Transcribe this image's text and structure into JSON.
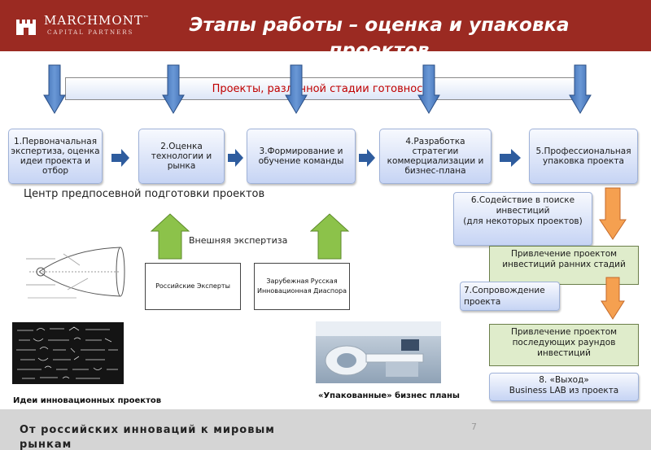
{
  "header": {
    "logo_name": "MARCHMONT",
    "logo_tm": "™",
    "logo_sub": "CAPITAL PARTNERS",
    "title": "Этапы работы – оценка и упаковка проектов"
  },
  "banner": "Проекты, различной стадии готовности",
  "steps": [
    "1.Первоначальная экспертиза, оценка идеи проекта и отбор",
    "2.Оценка технологии и рынка",
    "3.Формирование и обучение команды",
    "4.Разработка стратегии коммерциализации и бизнес-плана",
    "5.Профессиональная упаковка проекта"
  ],
  "center_label": "Центр предпосевной подготовки проектов",
  "external_label": "Внешняя экспертиза",
  "experts": {
    "russian": "Российские Эксперты",
    "foreign": "Зарубежная Русская Инновационная Диаспора"
  },
  "right_flow": {
    "step6_title": "6.Содействие в поиске инвестиций",
    "step6_note": "(для некоторых проектов)",
    "early_invest": "Привлечение проектом инвестиций ранних стадий",
    "step7": "7.Сопровождение проекта",
    "later_invest": "Привлечение проектом последующих раундов инвестиций",
    "step8_line1": "8. «Выход»",
    "step8_line2": "Business LAB из проекта"
  },
  "captions": {
    "ideas": "Идеи инновационных проектов",
    "packaged": "«Упакованные» бизнес планы"
  },
  "footer": {
    "text": "От российских инноваций к мировым рынкам",
    "page_number": "7"
  },
  "colors": {
    "header": "#9b2a22",
    "banner_text": "#c00000",
    "blue_arrow": "#4f7fc0",
    "green_arrow": "#8cc24a",
    "orange_arrow": "#f5a050"
  }
}
